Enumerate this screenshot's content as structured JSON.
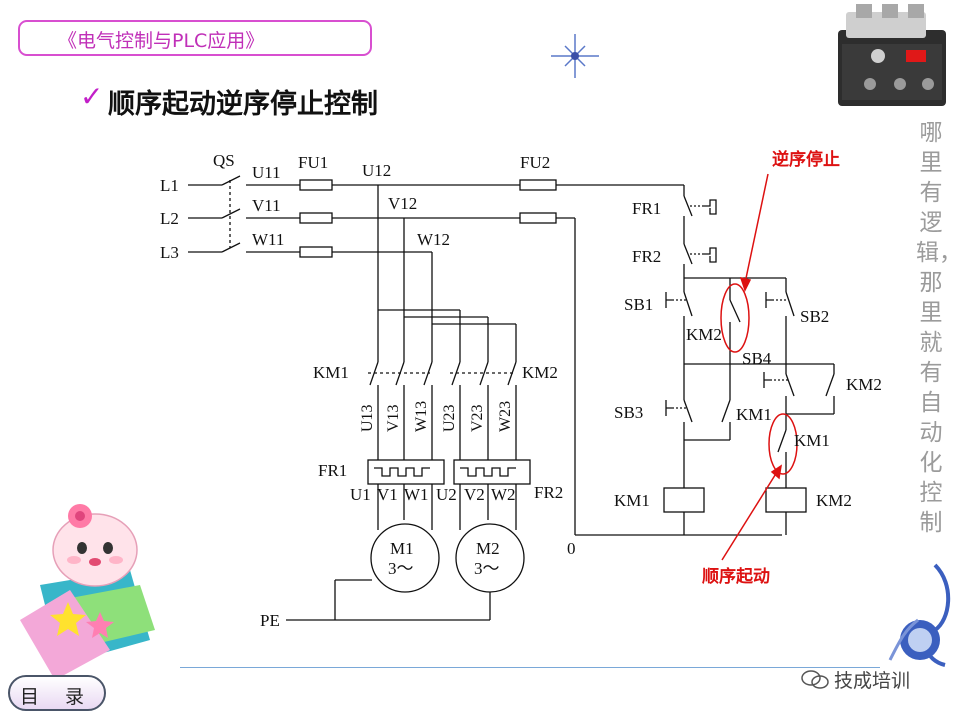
{
  "header": {
    "course_title": "《电气控制与PLC应用》"
  },
  "slide": {
    "title": "顺序起动逆序停止控制"
  },
  "side_caption": "哪里有逻辑，那里就有自动化控制",
  "watermark": "技成培训",
  "menu_button": {
    "label": "目 录"
  },
  "annotations": {
    "reverse_stop": "逆序停止",
    "sequential_start": "顺序起动"
  },
  "diagram": {
    "lines": [
      "L1",
      "L2",
      "L3"
    ],
    "switch": "QS",
    "supply_nodes": [
      "U11",
      "V11",
      "W11"
    ],
    "fuse_main": "FU1",
    "fuse_control": "FU2",
    "fused_nodes": [
      "U12",
      "V12",
      "W12"
    ],
    "contactors": [
      "KM1",
      "KM2"
    ],
    "contactor_outputs_1": [
      "U13",
      "V13",
      "W13"
    ],
    "contactor_outputs_2": [
      "U23",
      "V23",
      "W23"
    ],
    "overloads": [
      "FR1",
      "FR2"
    ],
    "motor_terminals_1": [
      "U1",
      "V1",
      "W1"
    ],
    "motor_terminals_2": [
      "U2",
      "V2",
      "W2"
    ],
    "motors": [
      {
        "name": "M1",
        "phase": "3～"
      },
      {
        "name": "M2",
        "phase": "3～"
      }
    ],
    "ground": "PE",
    "control_labels": {
      "fr1": "FR1",
      "fr2": "FR2",
      "sb1": "SB1",
      "sb2": "SB2",
      "sb3": "SB3",
      "sb4": "SB4",
      "km1": "KM1",
      "km2": "KM2",
      "common": "0"
    }
  }
}
